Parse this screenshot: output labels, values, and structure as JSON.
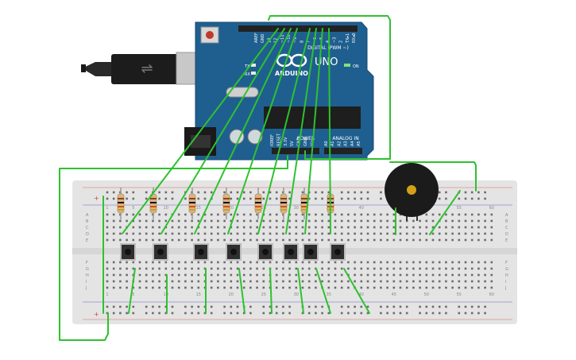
{
  "board": {
    "brand": "ARDUINO",
    "model": "UNO",
    "digital_label": "DIGITAL (PWM ~)",
    "power_label": "POWER",
    "analog_label": "ANALOG IN",
    "on_label": "ON",
    "tx_label": "TX",
    "rx_label": "RX",
    "digital_pins": [
      "AREF",
      "GND",
      "13",
      "12",
      "~11",
      "~10",
      "~9",
      "8",
      "7",
      "~6",
      "~5",
      "4",
      "~3",
      "2",
      "TX▸1",
      "RX◂0"
    ],
    "power_pins": [
      "IOREF",
      "RESET",
      "3.3V",
      "5V",
      "GND",
      "GND",
      "Vin"
    ],
    "analog_pins": [
      "A0",
      "A1",
      "A2",
      "A3",
      "A4",
      "A5"
    ]
  },
  "breadboard": {
    "row_letters_top": [
      "A",
      "B",
      "C",
      "D",
      "E"
    ],
    "row_letters_bottom": [
      "F",
      "G",
      "H",
      "I",
      "J"
    ],
    "column_numbers": [
      "1",
      "5",
      "10",
      "15",
      "20",
      "25",
      "30",
      "35",
      "40",
      "45",
      "50",
      "55",
      "60"
    ]
  },
  "colors": {
    "board_blue": "#1f5f8f",
    "wire_green": "#2ec22e",
    "breadboard": "#e4e4e4",
    "resistor": "#d9b48a",
    "button": "#2f2f2f"
  }
}
